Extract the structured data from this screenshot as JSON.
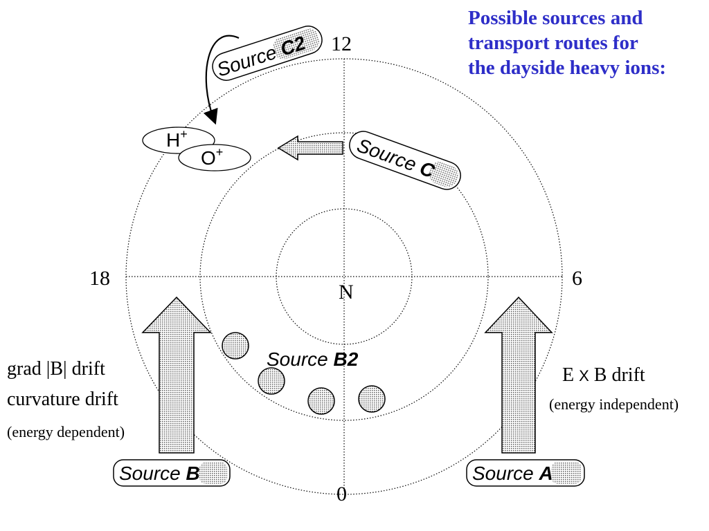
{
  "title": {
    "lines": [
      "Possible sources and",
      "transport routes for",
      "the dayside heavy ions:"
    ]
  },
  "clock_labels": {
    "noon": "12",
    "dawn": "6",
    "dusk": "18",
    "midnight": "0",
    "center": "N"
  },
  "ions": {
    "h_plus": "H",
    "h_plus_sup": "+",
    "o_plus": "O",
    "o_plus_sup": "+"
  },
  "sources": {
    "c2_prefix": "Source ",
    "c2_id": "C2",
    "c_prefix": "Source ",
    "c_id": "C",
    "b2_prefix": "Source ",
    "b2_id": "B2",
    "b_prefix": "Source ",
    "b_id": "B",
    "a_prefix": "Source ",
    "a_id": "A"
  },
  "left_notes": {
    "line1": "grad |B| drift",
    "line2": "curvature drift",
    "line3": "(energy dependent)"
  },
  "right_notes": {
    "line1_a": "E ",
    "line1_x": "X",
    "line1_b": " B drift",
    "line2": "(energy independent)"
  },
  "colors": {
    "title": "#2e2ec8",
    "ink": "#000000",
    "stipple_fill": "#c8c8c8",
    "background": "#ffffff"
  }
}
